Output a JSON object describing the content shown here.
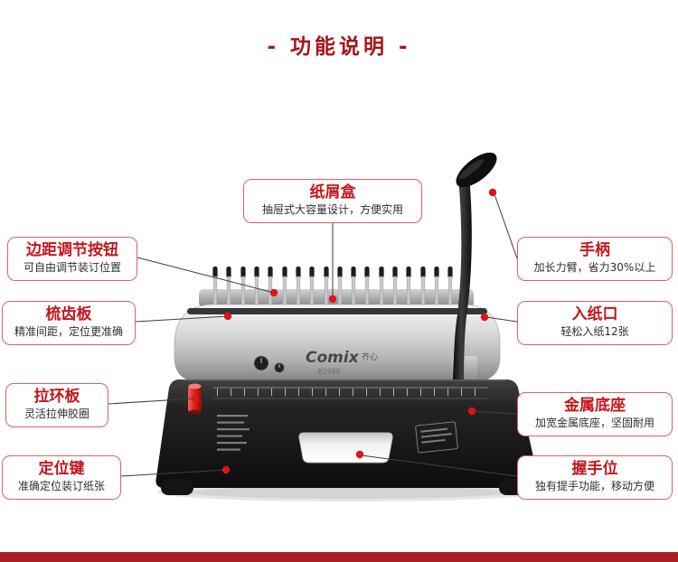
{
  "page": {
    "title": "- 功能说明 -",
    "accent_color": "#a6141b",
    "footer_bar_color": "#a81e24",
    "callout_border_color": "#e06060",
    "callout_dot_color": "#e0131a"
  },
  "machine": {
    "brand": "Comix",
    "brand_cn": "齐心",
    "model": "B2988"
  },
  "callouts": [
    {
      "id": "paper-scrap-box",
      "title": "纸屑盒",
      "desc": "抽屉式大容量设计，方便实用"
    },
    {
      "id": "margin-adjust-button",
      "title": "边距调节按钮",
      "desc": "可自由调节装订位置"
    },
    {
      "id": "handle",
      "title": "手柄",
      "desc": "加长力臂，省力30%以上"
    },
    {
      "id": "comb-plate",
      "title": "梳齿板",
      "desc": "精准间距，定位更准确"
    },
    {
      "id": "paper-entry",
      "title": "入纸口",
      "desc": "轻松入纸12张"
    },
    {
      "id": "pull-ring-plate",
      "title": "拉环板",
      "desc": "灵活拉伸胶圈"
    },
    {
      "id": "metal-base",
      "title": "金属底座",
      "desc": "加宽金属底座，坚固耐用"
    },
    {
      "id": "positioning-key",
      "title": "定位键",
      "desc": "准确定位装订纸张"
    },
    {
      "id": "hand-grip",
      "title": "握手位",
      "desc": "独有提手功能，移动方便"
    }
  ]
}
